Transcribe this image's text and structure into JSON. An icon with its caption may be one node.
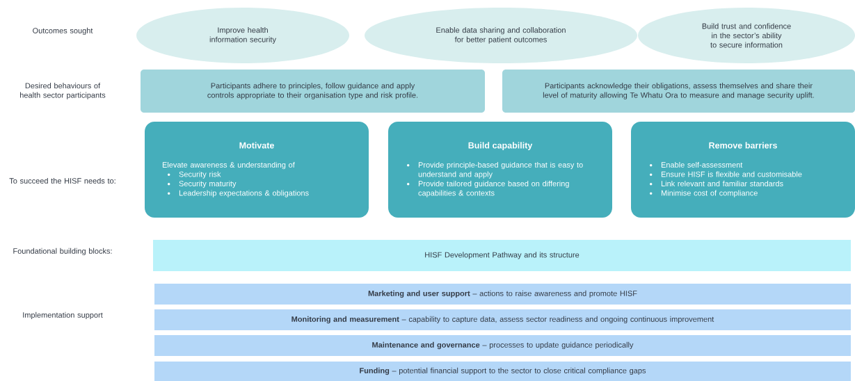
{
  "diagram": {
    "nodes": [
      {
        "text": [
          "Improve health information security"
        ]
      },
      {
        "text": [
          "Enable data sharing and collaboration for better patient outcomes"
        ]
      },
      {
        "text": [
          "Build trust and confidence in the sector’s ability to secure information"
        ]
      },
      {
        "text": [
          "Participants adhere to principles, follow guidance and apply controls appropriate to their organisation type and risk profile."
        ]
      },
      {
        "text": [
          "Participants acknowledge their obligations, assess themselves and share their level of maturity allowing Te Whatu Ora to measure and manage security uplift."
        ]
      },
      {
        "text": [
          "Motivate",
          "Elevate awareness & understanding of",
          "Security risk",
          "Security maturity",
          "Leadership expectations & obligations"
        ]
      },
      {
        "text": [
          "Build capability",
          "Provide principle-based guidance that is easy to understand and apply",
          "Provide tailored guidance based on differing capabilities & contexts"
        ]
      },
      {
        "text": [
          "Remove barriers",
          "Enable self-assessment",
          "Ensure HISF is flexible and customisable",
          "Link relevant and familiar standards",
          "Minimise cost of compliance"
        ]
      },
      {
        "text": [
          "HISF Development Pathway and its structure"
        ]
      },
      {
        "text": [
          "**Marketing and user support** – actions to raise awareness and promote HISF"
        ]
      },
      {
        "text": [
          "**Monitoring and measurement** – capability to capture data, assess sector readiness and ongoing continuous improvement"
        ]
      },
      {
        "text": [
          "**Maintenance and governance** – processes to update guidance periodically"
        ]
      },
      {
        "text": [
          "**Funding** – potential financial support to the sector to close critical compliance gaps"
        ]
      }
    ],
    "labels": [
      "Outcomes sought",
      "Desired behaviours of health sector participants",
      "To succeed the HISF needs to:",
      "Foundational building blocks:",
      "Implementation support"
    ]
  }
}
